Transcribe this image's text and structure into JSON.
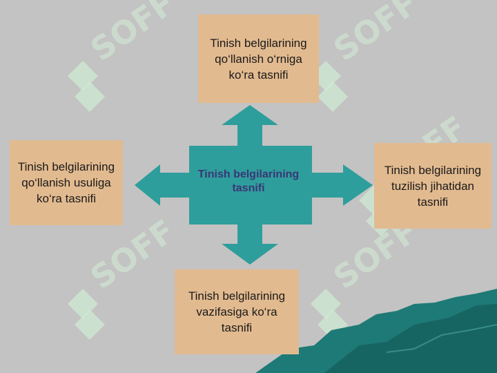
{
  "diagram": {
    "center": {
      "label": "Tinish belgilarining\ntasnifi"
    },
    "boxes": {
      "top": "Tinish belgilarining\nqo‘llanish o‘rniga\nko‘ra tasnifi",
      "left": "Tinish belgilarining\nqo‘llanish usuliga\nko‘ra tasnifi",
      "right": "Tinish belgilarining\ntuzilish jihatidan\ntasnifi",
      "bottom": "Tinish belgilarining\nvazifasiga ko‘ra\ntasnifi"
    }
  },
  "watermark": {
    "text": "SOFF"
  },
  "colors": {
    "background": "#c3c3c3",
    "box_fill": "#e2ba8f",
    "arrow_fill": "#2e9e9c",
    "center_text": "#3a3576",
    "mountain": "#1e7a76",
    "watermark": "#cfe9d3"
  }
}
